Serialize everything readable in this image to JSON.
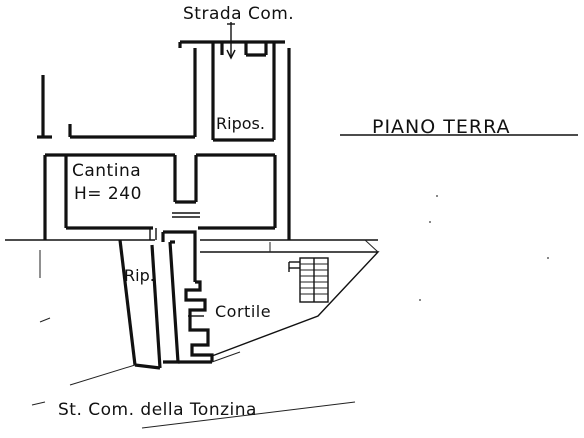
{
  "labels": {
    "strada_com": "Strada   Com.",
    "piano_terra": "PIANO   TERRA",
    "ripos": "Ripos.",
    "cantina": "Cantina",
    "height": "H= 240",
    "rip": "Rip.",
    "cortile": "Cortile",
    "st_com_tonzina": "St.  Com. della   Tonzina"
  }
}
